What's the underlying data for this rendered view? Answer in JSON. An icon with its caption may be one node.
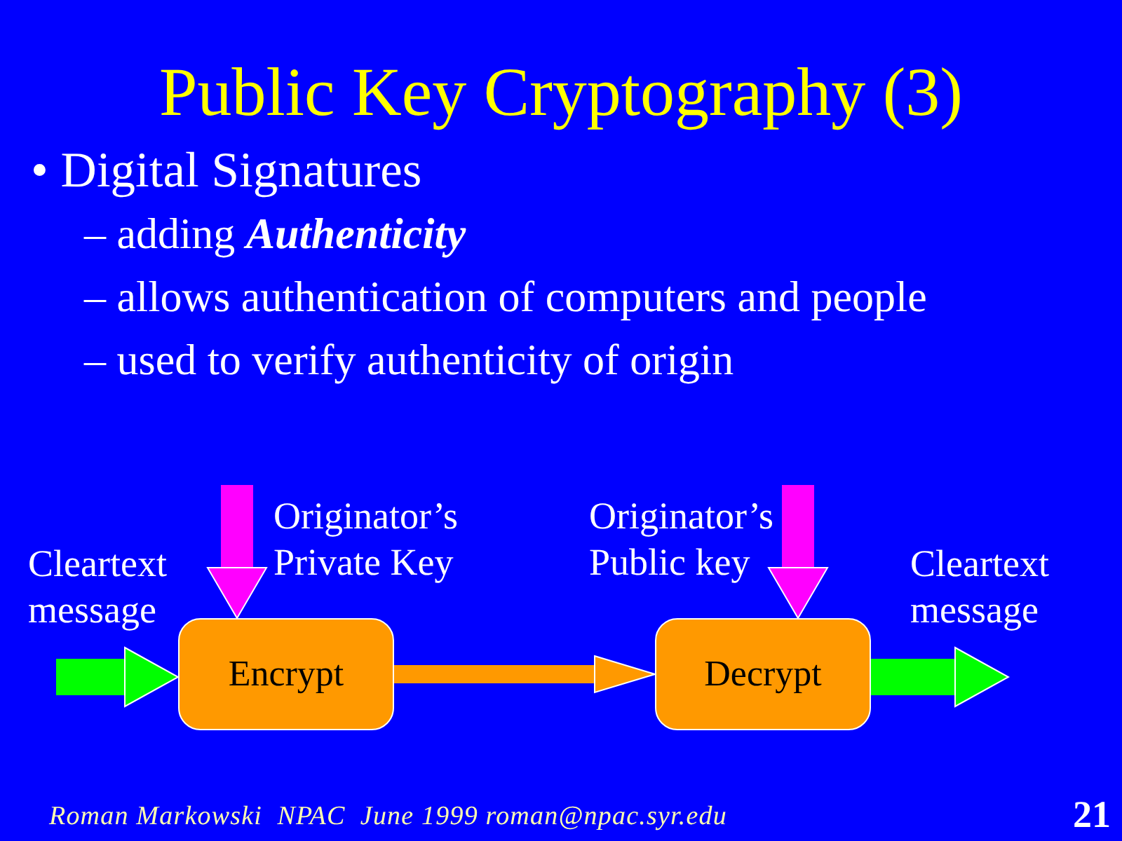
{
  "diagram": {
    "title": "Public Key Cryptography (3)",
    "nodes": [
      {
        "text": [
          "Encrypt"
        ]
      },
      {
        "text": [
          "Decrypt"
        ]
      }
    ],
    "edges": [
      {
        "from": null,
        "to": 0,
        "arrow": "to",
        "label": "Cleartext message",
        "color": "#00ff00"
      },
      {
        "from": null,
        "to": 0,
        "arrow": "to",
        "label": "Originator’s Private Key",
        "color": "#ff00ff"
      },
      {
        "from": 0,
        "to": 1,
        "arrow": "to",
        "color": "#ff9900"
      },
      {
        "from": null,
        "to": 1,
        "arrow": "to",
        "label": "Originator’s Public key",
        "color": "#ff00ff"
      },
      {
        "from": 1,
        "to": null,
        "arrow": "to",
        "label": "Cleartext message",
        "color": "#00ff00"
      }
    ],
    "labels": [
      "• Digital Signatures",
      "– adding **Authenticity**",
      "– allows authentication of computers and people",
      "– used to verify authenticity of origin",
      "Roman Markowski  NPAC  June 1999 roman@npac.syr.edu",
      "21"
    ]
  }
}
